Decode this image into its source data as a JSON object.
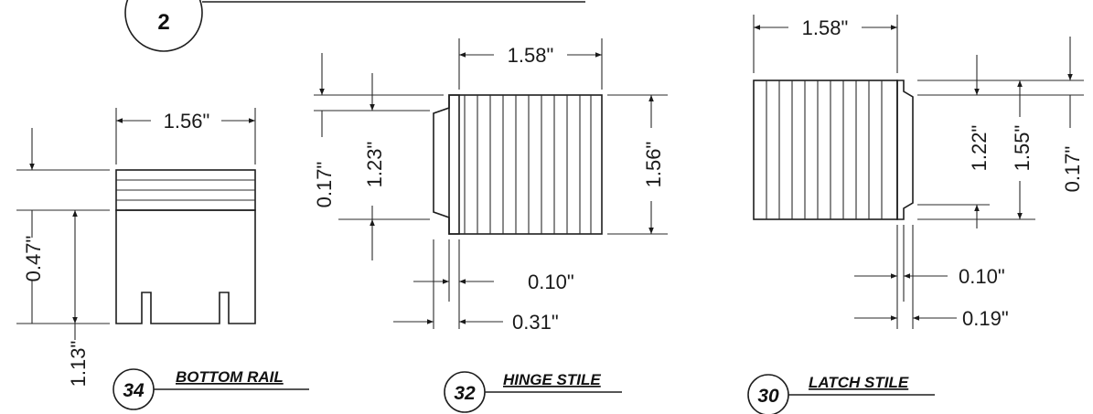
{
  "sheet_callout": {
    "number": "2"
  },
  "bottom_rail": {
    "callout_number": "34",
    "callout_label": "BOTTOM RAIL",
    "width": "1.56\"",
    "height_a": "0.47\"",
    "height_b": "1.13\""
  },
  "hinge_stile": {
    "callout_number": "32",
    "callout_label": "HINGE STILE",
    "width": "1.58\"",
    "offset_top": "0.17\"",
    "tongue_height": "1.23\"",
    "overall_height": "1.56\"",
    "depth_a": "0.10\"",
    "depth_b": "0.31\""
  },
  "latch_stile": {
    "callout_number": "30",
    "callout_label": "LATCH STILE",
    "width": "1.58\"",
    "tongue_height": "1.22\"",
    "overall_height": "1.55\"",
    "offset_top": "0.17\"",
    "depth_a": "0.10\"",
    "depth_b": "0.19\""
  }
}
